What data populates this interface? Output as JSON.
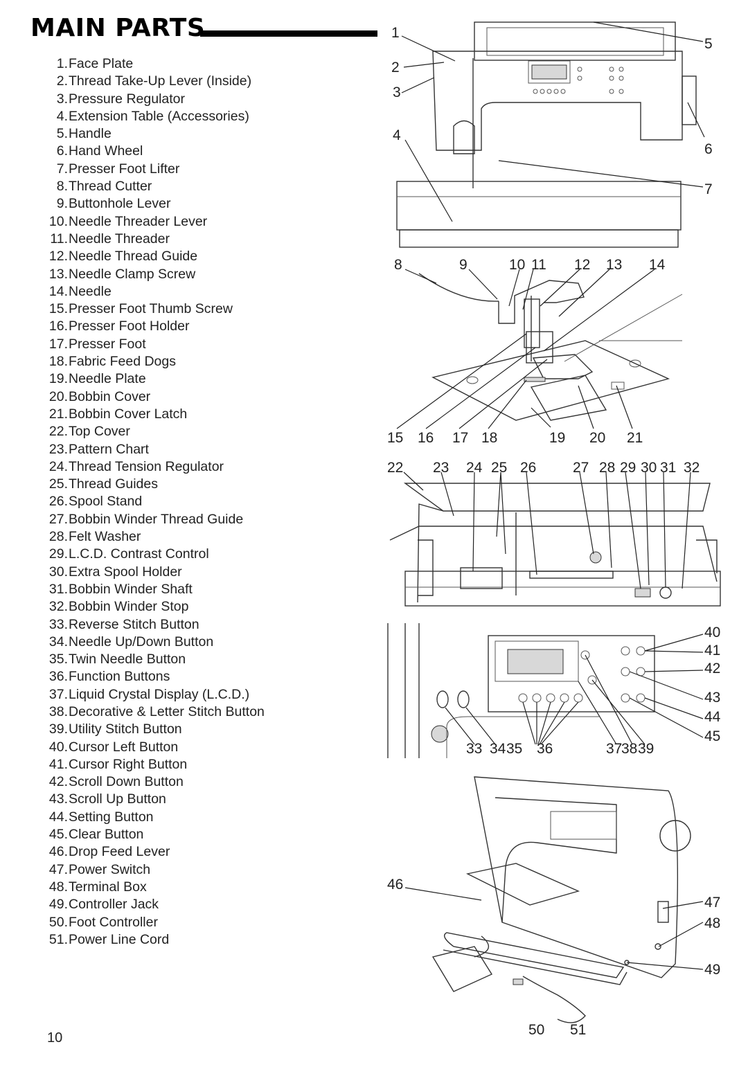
{
  "header": {
    "title": "MAIN PARTS"
  },
  "parts": [
    {
      "num": "1.",
      "label": "Face Plate"
    },
    {
      "num": "2.",
      "label": "Thread Take-Up Lever (Inside)"
    },
    {
      "num": "3.",
      "label": "Pressure Regulator"
    },
    {
      "num": "4.",
      "label": "Extension Table (Accessories)"
    },
    {
      "num": "5.",
      "label": "Handle"
    },
    {
      "num": "6.",
      "label": "Hand Wheel"
    },
    {
      "num": "7.",
      "label": "Presser Foot Lifter"
    },
    {
      "num": "8.",
      "label": "Thread Cutter"
    },
    {
      "num": "9.",
      "label": "Buttonhole Lever"
    },
    {
      "num": "10.",
      "label": "Needle Threader Lever"
    },
    {
      "num": "11.",
      "label": "Needle Threader"
    },
    {
      "num": "12.",
      "label": "Needle Thread Guide"
    },
    {
      "num": "13.",
      "label": "Needle Clamp Screw"
    },
    {
      "num": "14.",
      "label": "Needle"
    },
    {
      "num": "15.",
      "label": "Presser Foot Thumb Screw"
    },
    {
      "num": "16.",
      "label": "Presser Foot Holder"
    },
    {
      "num": "17.",
      "label": "Presser Foot"
    },
    {
      "num": "18.",
      "label": "Fabric Feed Dogs"
    },
    {
      "num": "19.",
      "label": "Needle Plate"
    },
    {
      "num": "20.",
      "label": "Bobbin Cover"
    },
    {
      "num": "21.",
      "label": "Bobbin Cover Latch"
    },
    {
      "num": "22.",
      "label": "Top Cover"
    },
    {
      "num": "23.",
      "label": "Pattern Chart"
    },
    {
      "num": "24.",
      "label": "Thread Tension Regulator"
    },
    {
      "num": "25.",
      "label": "Thread Guides"
    },
    {
      "num": "26.",
      "label": "Spool Stand"
    },
    {
      "num": "27.",
      "label": "Bobbin Winder Thread Guide"
    },
    {
      "num": "28.",
      "label": "Felt Washer"
    },
    {
      "num": "29.",
      "label": "L.C.D. Contrast Control"
    },
    {
      "num": "30.",
      "label": "Extra Spool Holder"
    },
    {
      "num": "31.",
      "label": "Bobbin Winder Shaft"
    },
    {
      "num": "32.",
      "label": "Bobbin Winder Stop"
    },
    {
      "num": "33.",
      "label": "Reverse Stitch Button"
    },
    {
      "num": "34.",
      "label": "Needle Up/Down Button"
    },
    {
      "num": "35.",
      "label": "Twin Needle Button"
    },
    {
      "num": "36.",
      "label": "Function Buttons"
    },
    {
      "num": "37.",
      "label": "Liquid Crystal Display (L.C.D.)"
    },
    {
      "num": "38.",
      "label": "Decorative & Letter Stitch Button"
    },
    {
      "num": "39.",
      "label": "Utility Stitch Button"
    },
    {
      "num": "40.",
      "label": "Cursor Left Button"
    },
    {
      "num": "41.",
      "label": "Cursor Right Button"
    },
    {
      "num": "42.",
      "label": "Scroll Down Button"
    },
    {
      "num": "43.",
      "label": "Scroll Up Button"
    },
    {
      "num": "44.",
      "label": "Setting Button"
    },
    {
      "num": "45.",
      "label": "Clear Button"
    },
    {
      "num": "46.",
      "label": "Drop Feed Lever"
    },
    {
      "num": "47.",
      "label": "Power Switch"
    },
    {
      "num": "48.",
      "label": "Terminal Box"
    },
    {
      "num": "49.",
      "label": "Controller Jack"
    },
    {
      "num": "50.",
      "label": "Foot Controller"
    },
    {
      "num": "51.",
      "label": "Power Line Cord"
    }
  ],
  "figures": {
    "front": {
      "callouts": [
        "1",
        "2",
        "3",
        "4",
        "5",
        "6",
        "7"
      ]
    },
    "needle_area": {
      "callouts": [
        "8",
        "9",
        "10",
        "11",
        "12",
        "13",
        "14",
        "15",
        "16",
        "17",
        "18",
        "19",
        "20",
        "21"
      ]
    },
    "top_cover": {
      "callouts": [
        "22",
        "23",
        "24",
        "25",
        "26",
        "27",
        "28",
        "29",
        "30",
        "31",
        "32"
      ]
    },
    "control_panel": {
      "callouts": [
        "33",
        "34",
        "35",
        "36",
        "37",
        "38",
        "39",
        "40",
        "41",
        "42",
        "43",
        "44",
        "45"
      ]
    },
    "rear_view": {
      "callouts": [
        "46",
        "47",
        "48",
        "49",
        "50",
        "51"
      ]
    }
  },
  "footer": {
    "page_number": "10"
  }
}
